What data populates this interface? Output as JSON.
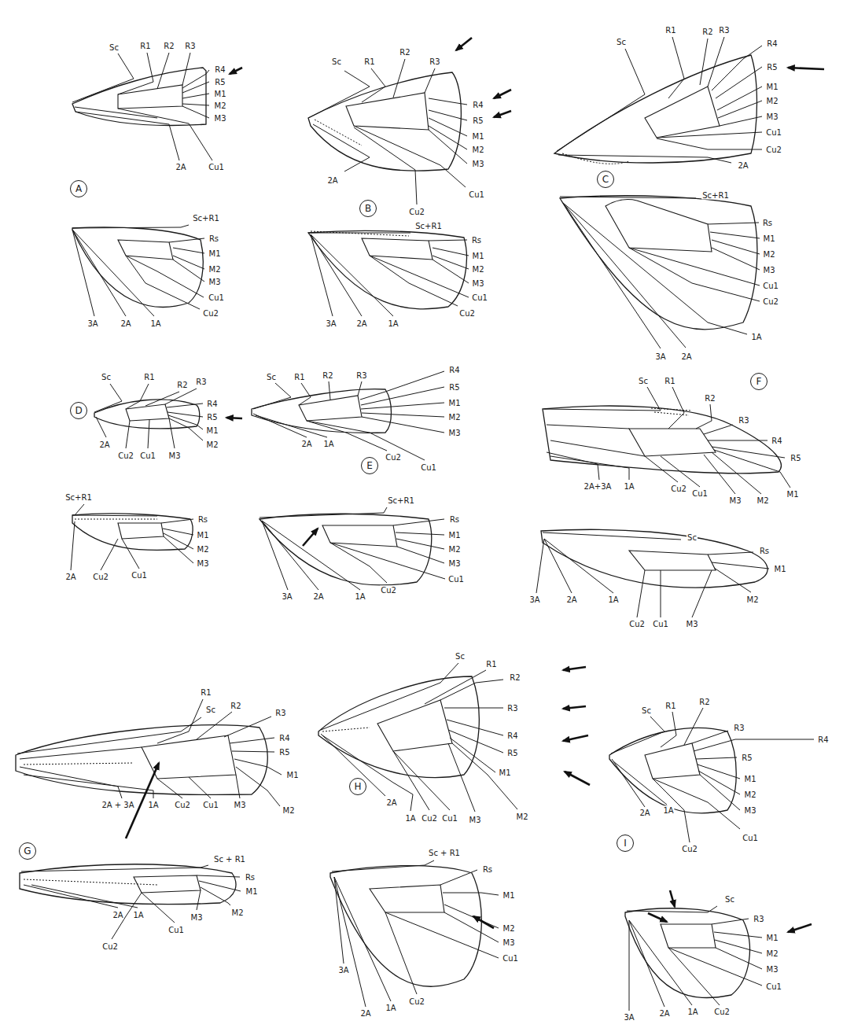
{
  "diagram": {
    "nodes": [
      {
        "text": [
          "A"
        ]
      },
      {
        "text": [
          "B"
        ]
      },
      {
        "text": [
          "C"
        ]
      },
      {
        "text": [
          "D"
        ]
      },
      {
        "text": [
          "E"
        ]
      },
      {
        "text": [
          "F"
        ]
      },
      {
        "text": [
          "G"
        ]
      },
      {
        "text": [
          "H"
        ]
      },
      {
        "text": [
          "I"
        ]
      }
    ],
    "labels": [
      "Sc",
      "R1",
      "R2",
      "R3",
      "R4",
      "R5",
      "M1",
      "M2",
      "M3",
      "2A",
      "Cu1",
      "Sc+R1",
      "Rs",
      "M1",
      "M2",
      "M3",
      "Cu1",
      "Cu2",
      "3A",
      "2A",
      "1A",
      "Sc",
      "R1",
      "R2",
      "R3",
      "R4",
      "R5",
      "M1",
      "M2",
      "M3",
      "Cu1",
      "Cu2",
      "2A",
      "Sc+R1",
      "Rs",
      "M1",
      "M2",
      "M3",
      "Cu1",
      "Cu2",
      "3A",
      "2A",
      "1A",
      "Sc",
      "R1",
      "R2",
      "R3",
      "R4",
      "R5",
      "M1",
      "M2",
      "M3",
      "Cu1",
      "Cu2",
      "2A",
      "Sc+R1",
      "Rs",
      "M1",
      "M2",
      "M3",
      "Cu1",
      "Cu2",
      "3A",
      "2A",
      "1A",
      "Sc",
      "R1",
      "R2",
      "R3",
      "R4",
      "R5",
      "M1",
      "M2",
      "2A",
      "Cu2",
      "Cu1",
      "M3",
      "Sc+R1",
      "Rs",
      "M1",
      "M2",
      "M3",
      "2A",
      "Cu2",
      "Cu1",
      "Sc",
      "R1",
      "R2",
      "R3",
      "R4",
      "R5",
      "M1",
      "M2",
      "M3",
      "2A",
      "1A",
      "Cu2",
      "Cu1",
      "Sc+R1",
      "Rs",
      "M1",
      "M2",
      "M3",
      "Cu1",
      "3A",
      "2A",
      "1A",
      "Cu2",
      "Sc",
      "R1",
      "R2",
      "R3",
      "R4",
      "R5",
      "2A+3A",
      "1A",
      "Cu2",
      "Cu1",
      "M3",
      "M2",
      "M1",
      "Sc",
      "Rs",
      "M1",
      "3A",
      "2A",
      "1A",
      "M2",
      "Cu2",
      "Cu1",
      "M3",
      "Sc",
      "R1",
      "R2",
      "R3",
      "R4",
      "R5",
      "M1",
      "M2",
      "2A + 3A",
      "1A",
      "Cu2",
      "Cu1",
      "M3",
      "Sc + R1",
      "Rs",
      "M1",
      "M2",
      "M3",
      "Cu1",
      "2A",
      "1A",
      "Cu2",
      "Sc",
      "R1",
      "R2",
      "R3",
      "R4",
      "R5",
      "M1",
      "2A",
      "1A",
      "Cu2",
      "Cu1",
      "M3",
      "M2",
      "Sc + R1",
      "Rs",
      "M1",
      "M2",
      "M3",
      "Cu1",
      "3A",
      "2A",
      "1A",
      "Cu2",
      "Sc",
      "R1",
      "R2",
      "R3",
      "R4",
      "R5",
      "M1",
      "M2",
      "M3",
      "2A",
      "1A",
      "Cu1",
      "Cu2",
      "Sc",
      "R3",
      "M1",
      "M2",
      "M3",
      "Cu1",
      "3A",
      "2A",
      "1A",
      "Cu2"
    ]
  }
}
